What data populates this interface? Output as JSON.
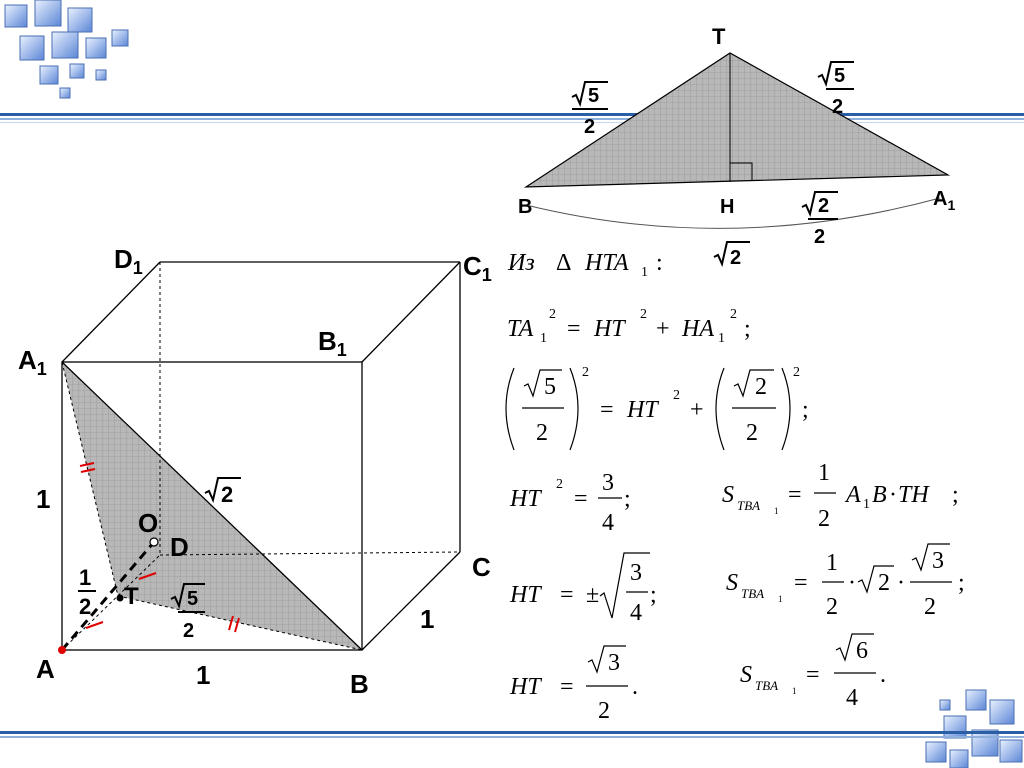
{
  "colors": {
    "accent_line": "#2a5fa6",
    "marker": "#e00000",
    "shade": "#b3b3b3",
    "point_a": "#e00000"
  },
  "decor": {
    "top_left": "cube-cluster-icon",
    "bottom_right": "cube-cluster-icon"
  },
  "cube": {
    "vertices": {
      "A": "A",
      "B": "B",
      "C": "C",
      "D": "D",
      "A1": "A",
      "B1": "B",
      "C1": "C",
      "D1": "D",
      "sub1": "1"
    },
    "points": {
      "O": "O",
      "T": "T"
    },
    "edge_labels": {
      "left": "1",
      "bottom": "1",
      "right": "1"
    },
    "diag_sqrt": "2",
    "at_sqrt": "5",
    "at_den": "2",
    "half_num": "1",
    "half_den": "2"
  },
  "triangle": {
    "labels": {
      "T": "T",
      "B": "B",
      "H": "H",
      "A": "A",
      "sub1": "1"
    },
    "tb": {
      "sqrt": "5",
      "den": "2"
    },
    "ta": {
      "sqrt": "5",
      "den": "2"
    },
    "ha": {
      "sqrt": "2",
      "den": "2"
    },
    "ba": {
      "sqrt": "2"
    }
  },
  "solution": {
    "iz": "Из",
    "delta": "Δ",
    "hta": "HTA",
    "colon": ":",
    "sub1": "1",
    "sup2": "2",
    "ta": "TA",
    "ht": "HT",
    "ha": "HA",
    "eq": "=",
    "plus": "+",
    "semicolon": ";",
    "five": "5",
    "two": "2",
    "three": "3",
    "four": "4",
    "six": "6",
    "one": "1",
    "pm": "±",
    "dot": "·",
    "period": ".",
    "s": "S",
    "tba": "TBA",
    "a": "A",
    "b": "B",
    "th": "TH"
  }
}
